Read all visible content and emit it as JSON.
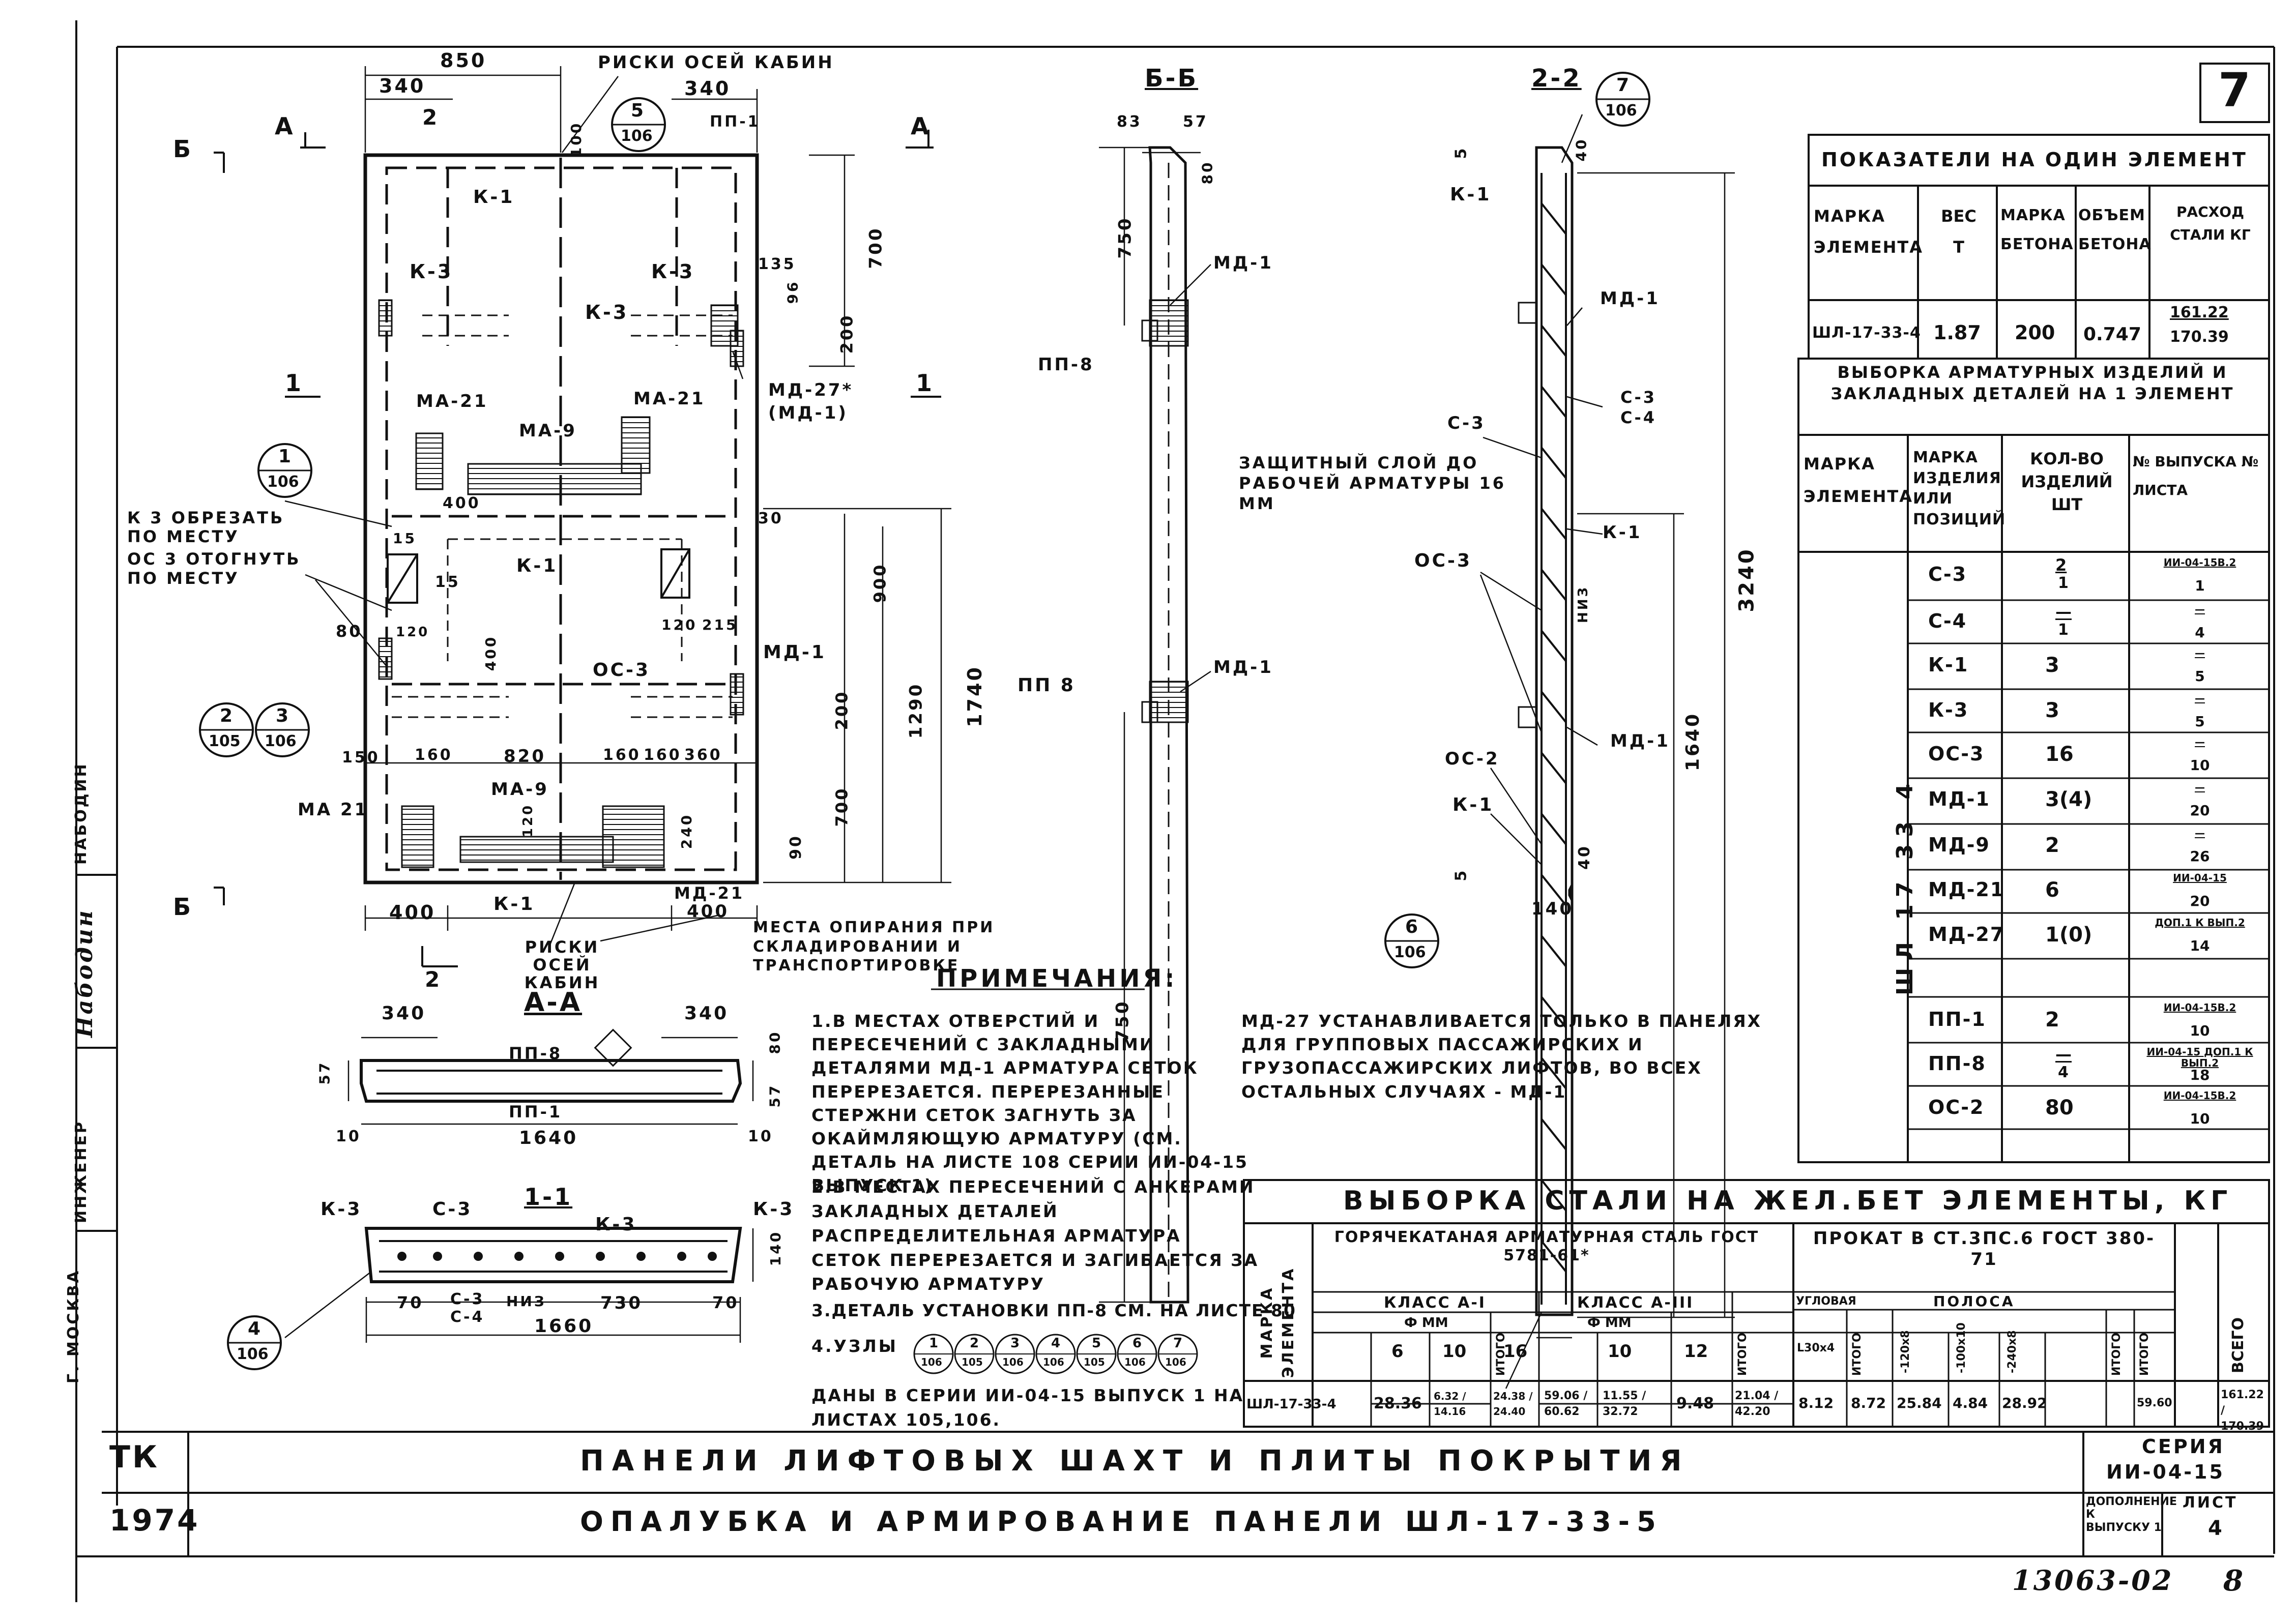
{
  "sheet": {
    "sheet_no": "7",
    "left_strip": {
      "city": "Г. МОСКВА",
      "engineer": "ИНЖЕНЕР",
      "signature": "Набодин",
      "supervisor": "НАБОДИН"
    },
    "footer_code": "13063-02",
    "footer_page": "8"
  },
  "title_block": {
    "org": "ТК",
    "year": "1974",
    "title_line1": "ПАНЕЛИ ЛИФТОВЫХ ШАХТ И ПЛИТЫ ПОКРЫТИЯ",
    "title_line2": "ОПАЛУБКА И АРМИРОВАНИЕ ПАНЕЛИ ШЛ-17-33-5",
    "series_label": "СЕРИЯ",
    "series_value": "ИИ-04-15",
    "addition_label": "ДОПОЛНЕНИЕ К ВЫПУСКУ 1",
    "list_label": "ЛИСТ",
    "list_value": "4"
  },
  "plan_view": {
    "dims_top": [
      "850",
      "340",
      "340"
    ],
    "risks_top": "РИСКИ ОСЕЙ КАБИН",
    "risks_bottom": "РИСКИ ОСЕЙ КАБИН",
    "support_note": "МЕСТА ОПИРАНИЯ ПРИ СКЛАДИРОВАНИИ И ТРАНСПОРТИРОВКЕ",
    "cut_note_1": "К 3 ОБРЕЗАТЬ ПО МЕСТУ",
    "cut_note_2": "ОС 3 ОТОГНУТЬ ПО МЕСТУ",
    "labels": [
      "К-1",
      "К-3",
      "К-3",
      "К-3",
      "МА-21",
      "МА-9",
      "МА-21",
      "К-1",
      "ОС-3",
      "МД-1",
      "МД-27*",
      "(МД-1)",
      "МА 21",
      "МА-9",
      "МД-21",
      "К-1",
      "ПП-1"
    ],
    "dims_right": [
      "700",
      "200",
      "900",
      "1290",
      "1740",
      "200",
      "700",
      "90",
      "135",
      "96",
      "30"
    ],
    "dims_bottom": [
      "400",
      "400",
      "150",
      "160",
      "820",
      "160",
      "160",
      "360",
      "120",
      "240"
    ],
    "dims_inner": [
      "400",
      "15",
      "15",
      "400",
      "80",
      "120",
      "120",
      "215",
      "100"
    ],
    "callouts": [
      {
        "num": "5",
        "sheet": "106"
      },
      {
        "num": "1",
        "sheet": "106"
      },
      {
        "num": "2",
        "sheet": "105"
      },
      {
        "num": "3",
        "sheet": "106"
      }
    ],
    "section_marks": [
      "А",
      "А",
      "Б",
      "Б",
      "1",
      "1",
      "2",
      "2"
    ]
  },
  "section_bb": {
    "title": "Б-Б",
    "dims": [
      "83",
      "57",
      "80",
      "750",
      "750"
    ],
    "labels": [
      "МД-1",
      "ПП-8",
      "ПП 8",
      "МД-1"
    ]
  },
  "section_22": {
    "title": "2-2",
    "callout_top": {
      "num": "7",
      "sheet": "106"
    },
    "callout_bottom": {
      "num": "6",
      "sheet": "106"
    },
    "labels": [
      "К-1",
      "МД-1",
      "С-3",
      "С-3",
      "С-4",
      "К-1",
      "ОС-3",
      "МД-1",
      "ОС-2",
      "К-1"
    ],
    "protective_note": "ЗАЩИТНЫЙ СЛОЙ ДО РАБОЧЕЙ АРМАТУРЫ 16 ММ",
    "dims": [
      "5",
      "40",
      "3240",
      "1640",
      "40",
      "5",
      "140",
      "НИЗ"
    ]
  },
  "section_aa": {
    "title": "А-А",
    "dims": [
      "340",
      "340",
      "57",
      "57",
      "80",
      "10",
      "1640",
      "10"
    ],
    "labels": [
      "ПП-8",
      "ПП-1"
    ]
  },
  "section_11": {
    "title": "1-1",
    "dims": [
      "70",
      "730",
      "70",
      "1660",
      "140"
    ],
    "labels": [
      "К-3",
      "С-3",
      "К-3",
      "К-3",
      "С-3",
      "С-4",
      "НИЗ"
    ],
    "callout": {
      "num": "4",
      "sheet": "106"
    }
  },
  "notes": {
    "heading": "ПРИМЕЧАНИЯ:",
    "items": [
      "1.В МЕСТАХ ОТВЕРСТИЙ И ПЕРЕСЕЧЕНИЙ С ЗАКЛАДНЫМИ ДЕТАЛЯМИ МД-1 АРМАТУРА СЕТОК ПЕРЕРЕЗАЕТСЯ. ПЕРЕРЕЗАННЫЕ СТЕРЖНИ СЕТОК ЗАГНУТЬ ЗА ОКАЙМЛЯЮЩУЮ АРМАТУРУ (СМ. ДЕТАЛЬ НА ЛИСТЕ 108 СЕРИИ ИИ-04-15 ВЫПУСК 1)",
      "2.В МЕСТАХ ПЕРЕСЕЧЕНИЙ С АНКЕРАМИ ЗАКЛАДНЫХ ДЕТАЛЕЙ РАСПРЕДЕЛИТЕЛЬНАЯ АРМАТУРА СЕТОК ПЕРЕРЕЗАЕТСЯ И ЗАГИБАЕТСЯ ЗА РАБОЧУЮ АРМАТУРУ",
      "3.ДЕТАЛЬ УСТАНОВКИ ПП-8 СМ. НА ЛИСТЕ 80",
      "4.УЗЛЫ",
      "ДАНЫ В СЕРИИ ИИ-04-15 ВЫПУСК 1 НА ЛИСТАХ 105,106."
    ],
    "uzly": [
      {
        "num": "1",
        "sheet": "106"
      },
      {
        "num": "2",
        "sheet": "105"
      },
      {
        "num": "3",
        "sheet": "106"
      },
      {
        "num": "4",
        "sheet": "106"
      },
      {
        "num": "5",
        "sheet": "105"
      },
      {
        "num": "6",
        "sheet": "106"
      },
      {
        "num": "7",
        "sheet": "106"
      }
    ],
    "md27_note": "МД-27 УСТАНАВЛИВАЕТСЯ ТОЛЬКО В ПАНЕЛЯХ ДЛЯ ГРУППОВЫХ ПАССАЖИРСКИХ И ГРУЗОПАССАЖИРСКИХ ЛИФТОВ, ВО ВСЕХ ОСТАЛЬНЫХ СЛУЧАЯХ - МД-1"
  },
  "indicators_table": {
    "title": "ПОКАЗАТЕЛИ НА ОДИН ЭЛЕМЕНТ",
    "headers": [
      "МАРКА ЭЛЕМЕНТА",
      "ВЕС Т",
      "МАРКА БЕТОНА",
      "ОБЪЕМ БЕТОНА",
      "РАСХОД СТАЛИ КГ"
    ],
    "row": [
      "ШЛ-17-33-4",
      "1.87",
      "200",
      "0.747",
      "161.22",
      "170.39"
    ]
  },
  "selection_table": {
    "title": "ВЫБОРКА АРМАТУРНЫХ ИЗДЕЛИЙ И ЗАКЛАДНЫХ ДЕТАЛЕЙ НА 1 ЭЛЕМЕНТ",
    "headers": [
      "МАРКА ЭЛЕМЕНТА",
      "МАРКА ИЗДЕЛИЯ ИЛИ ПОЗИЦИЙ",
      "КОЛ-ВО ИЗДЕЛИЙ ШТ",
      "№ ВЫПУСКА № ЛИСТА"
    ],
    "element": "ШЛ 17 33 4",
    "rows": [
      {
        "mark": "С-3",
        "qty_top": "2",
        "qty_bot": "1",
        "ref_top": "ИИ-04-15В.2",
        "ref_bot": "1"
      },
      {
        "mark": "С-4",
        "qty_top": "—",
        "qty_bot": "1",
        "ref_top": "—",
        "ref_bot": "4"
      },
      {
        "mark": "К-1",
        "qty_top": "3",
        "qty_bot": "",
        "ref_top": "—",
        "ref_bot": "5"
      },
      {
        "mark": "К-3",
        "qty_top": "3",
        "qty_bot": "",
        "ref_top": "—",
        "ref_bot": "5"
      },
      {
        "mark": "ОС-3",
        "qty_top": "16",
        "qty_bot": "",
        "ref_top": "—",
        "ref_bot": "10"
      },
      {
        "mark": "МД-1",
        "qty_top": "3(4)",
        "qty_bot": "",
        "ref_top": "—",
        "ref_bot": "20"
      },
      {
        "mark": "МД-9",
        "qty_top": "2",
        "qty_bot": "",
        "ref_top": "—",
        "ref_bot": "26"
      },
      {
        "mark": "МД-21",
        "qty_top": "6",
        "qty_bot": "",
        "ref_top": "ИИ-04-15",
        "ref_bot": "20"
      },
      {
        "mark": "МД-27",
        "qty_top": "1(0)",
        "qty_bot": "",
        "ref_top": "ДОП.1 К ВЫП.2",
        "ref_bot": "14"
      },
      {
        "mark": "",
        "qty_top": "",
        "qty_bot": "",
        "ref_top": "",
        "ref_bot": ""
      },
      {
        "mark": "ПП-1",
        "qty_top": "2",
        "qty_bot": "",
        "ref_top": "ИИ-04-15В.2",
        "ref_bot": "10"
      },
      {
        "mark": "ПП-8",
        "qty_top": "—",
        "qty_bot": "4",
        "ref_top": "ИИ-04-15 ДОП.1 К ВЫП.2",
        "ref_bot": "18"
      },
      {
        "mark": "ОС-2",
        "qty_top": "80",
        "qty_bot": "",
        "ref_top": "ИИ-04-15В.2",
        "ref_bot": "10"
      }
    ]
  },
  "steel_table": {
    "title": "ВЫБОРКА СТАЛИ НА ЖЕЛ.БЕТ ЭЛЕМЕНТЫ, КГ",
    "col_mark": "МАРКА ЭЛЕМЕНТА",
    "group_hot": "ГОРЯЧЕКАТАНАЯ АРМАТУРНАЯ СТАЛЬ ГОСТ 5781-61*",
    "group_rolled": "ПРОКАТ В СТ.3ПС.6 ГОСТ 380-71",
    "class_a1": "КЛАСС А-I",
    "class_a3": "КЛАСС А-III",
    "phi_mm": "Ф ММ",
    "angle": "УГЛОВАЯ",
    "strip": "ПОЛОСА",
    "itogo": "ИТОГО",
    "vsego": "ВСЕГО",
    "diameters_a1": [
      "6",
      "10",
      "16"
    ],
    "diameters_a3": [
      "10",
      "12"
    ],
    "angle_size": "L30x4",
    "strip_sizes": [
      "-120x8",
      "-100x10",
      "-240x8"
    ],
    "row": {
      "mark": "ШЛ-17-33-4",
      "a1_6": "28.36",
      "a1_10": "6.32 / 14.16",
      "a1_16": "24.38 / 24.40",
      "a1_itogo": "59.06 / 60.62",
      "a3_10": "11.55 / 32.72",
      "a3_12": "9.48",
      "a3_itogo": "21.04 / 42.20",
      "angle": "8.12",
      "angle_itogo": "8.72",
      "s120": "25.84",
      "s100": "4.84",
      "s240": "28.92",
      "rolled_itogo": "59.60",
      "vsego": "161.22 / 170.39"
    }
  }
}
